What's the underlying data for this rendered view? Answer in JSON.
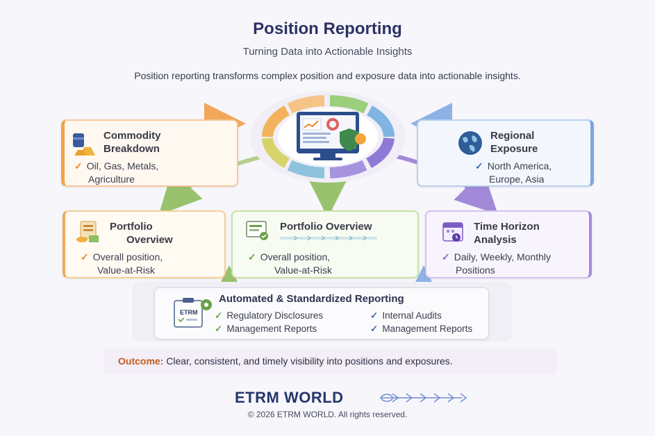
{
  "header": {
    "title": "Position Reporting",
    "subtitle": "Turning Data into Actionable Insights",
    "intro": "Position reporting transforms complex position and exposure data into actionable insights."
  },
  "cards": {
    "commodity": {
      "title_line1": "Commodity",
      "title_line2": "Breakdown",
      "line1": "Oil, Gas, Metals,",
      "line2": "Agriculture"
    },
    "regional": {
      "title_line1": "Regional",
      "title_line2": "Exposure",
      "line1": "North America,",
      "line2": "Europe, Asia"
    },
    "portfolio_left": {
      "title_line1": "Portfolio",
      "title_line2": "Overview",
      "line1": "Overall position,",
      "line2": "Value-at-Risk"
    },
    "portfolio_center": {
      "title": "Portfolio Overview",
      "line1": "Overall position,",
      "line2": "Value-at-Risk"
    },
    "time_horizon": {
      "title_line1": "Time Horizon",
      "title_line2": "Analysis",
      "line1": "Daily, Weekly, Monthly",
      "line2": "Positions"
    }
  },
  "automated": {
    "title": "Automated & Standardized Reporting",
    "icon_text": "ETRM",
    "items": [
      "Regulatory Disclosures",
      "Management Reports",
      "Internal Audits",
      "Management Reports"
    ]
  },
  "outcome": {
    "label": "Outcome:",
    "text": "Clear, consistent, and timely visibility into positions and exposures."
  },
  "footer": {
    "brand": "ETRM WORLD",
    "copyright": "© 2026 ETRM WORLD. All rights reserved."
  },
  "colors": {
    "orange": "#f1a24f",
    "green": "#8cc063",
    "blue": "#7ea7dd",
    "purple": "#a787dc",
    "navy": "#24366b"
  }
}
